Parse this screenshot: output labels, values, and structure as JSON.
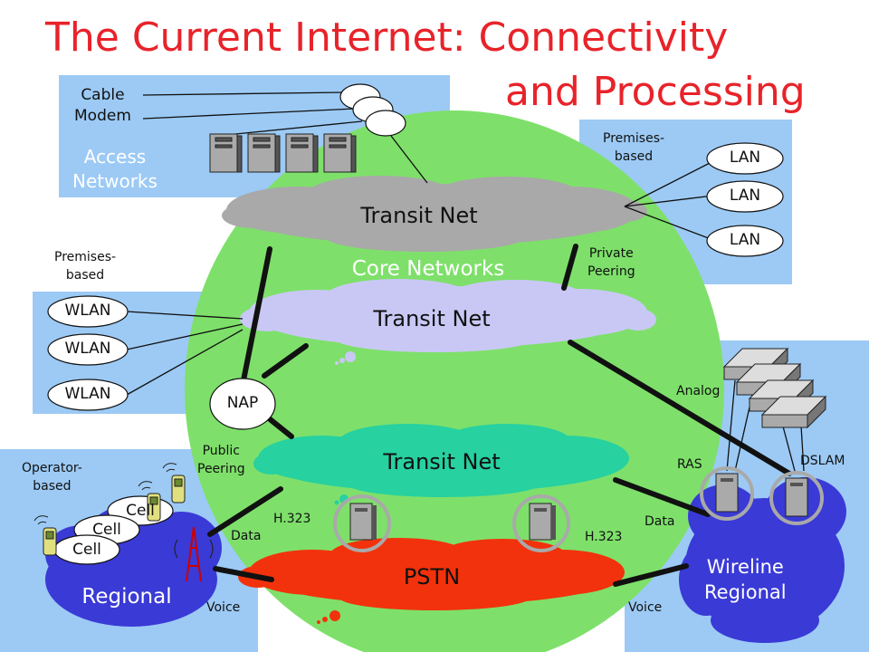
{
  "title": {
    "line1": "The Current Internet: Connectivity",
    "line2": "and Processing"
  },
  "access": {
    "cable_modem": "Cable\nModem",
    "label": "Access\nNetworks"
  },
  "core": {
    "label": "Core Networks"
  },
  "transit": {
    "top": "Transit Net",
    "middle": "Transit Net",
    "bottom": "Transit Net"
  },
  "pstn": "PSTN",
  "nap": "NAP",
  "premises_lan": {
    "label": "Premises-\nbased",
    "items": [
      "LAN",
      "LAN",
      "LAN"
    ]
  },
  "premises_wlan": {
    "label": "Premises-\nbased",
    "items": [
      "WLAN",
      "WLAN",
      "WLAN"
    ]
  },
  "private_peering": "Private\nPeering",
  "public_peering": "Public\nPeering",
  "operator": {
    "label": "Operator-\nbased",
    "cells": [
      "Cell",
      "Cell",
      "Cell"
    ],
    "regional": "Regional"
  },
  "wireline": {
    "label": "Wireline\nRegional",
    "analog": "Analog",
    "ras": "RAS",
    "dslam": "DSLAM"
  },
  "h323_left": "H.323",
  "h323_right": "H.323",
  "data_left": "Data",
  "data_right": "Data",
  "voice_left": "Voice",
  "voice_right": "Voice",
  "colors": {
    "title": "#e8232a",
    "panel": "#9ccaf5",
    "core_green": "#7ee06a",
    "cloud_gray": "#a9a9a9",
    "cloud_lavender": "#c9c8f5",
    "cloud_teal": "#27d1a0",
    "cloud_red": "#f2320c",
    "regional_blue": "#3a3ad6"
  }
}
